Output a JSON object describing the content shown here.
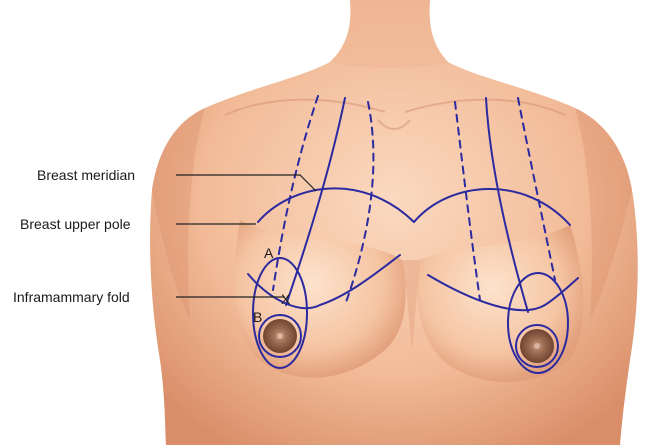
{
  "labels": {
    "breast_meridian": "Breast meridian",
    "breast_upper_pole": "Breast upper pole",
    "inframammary_fold": "Inframammary fold"
  },
  "points": {
    "a": "A",
    "b": "B",
    "x": "X"
  },
  "colors": {
    "skin": "#f3c09e",
    "skin_shadow": "#d98d6a",
    "marking": "#2b2aa0",
    "areola": "#8a5a43"
  }
}
